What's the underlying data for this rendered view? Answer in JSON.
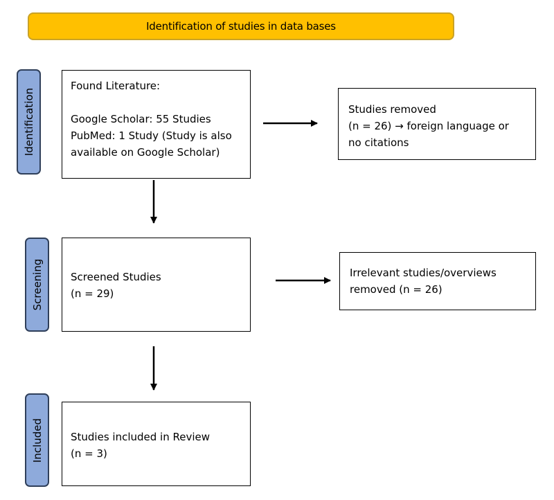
{
  "header": {
    "title": "Identification of studies in data bases"
  },
  "phases": {
    "identification": "Identification",
    "screening": "Screening",
    "included": "Included"
  },
  "boxes": {
    "found": {
      "heading": "Found Literature:",
      "lines": [
        "Google Scholar: 55 Studies",
        "PubMed: 1 Study (Study is also",
        "available on Google Scholar)"
      ]
    },
    "removed_identification": {
      "lines": [
        "Studies removed",
        "(n = 26) → foreign language or",
        "no citations"
      ]
    },
    "screened": {
      "lines": [
        "Screened Studies",
        "(n = 29)"
      ]
    },
    "removed_screening": {
      "lines": [
        "Irrelevant studies/overviews",
        "removed (n = 26)"
      ]
    },
    "included": {
      "lines": [
        "Studies included in Review",
        "(n = 3)"
      ]
    }
  }
}
